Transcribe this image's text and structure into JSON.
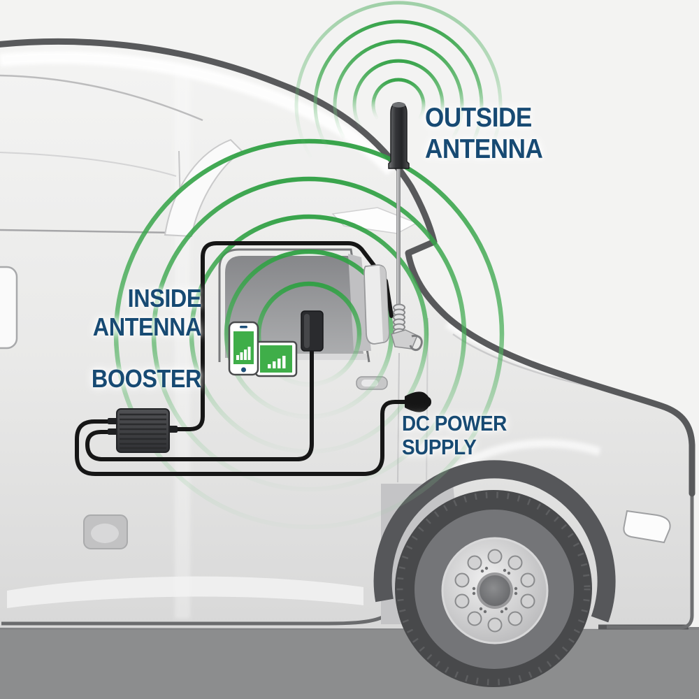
{
  "diagram": {
    "subject": "truck-cell-signal-booster-installation",
    "labels": {
      "outside_antenna": "OUTSIDE\nANTENNA",
      "inside_antenna": "INSIDE\nANTENNA",
      "booster": "BOOSTER",
      "dc_power_supply": "DC POWER\nSUPPLY"
    },
    "components": [
      {
        "id": "outside-antenna",
        "label": "OUTSIDE ANTENNA"
      },
      {
        "id": "inside-antenna",
        "label": "INSIDE ANTENNA"
      },
      {
        "id": "booster",
        "label": "BOOSTER"
      },
      {
        "id": "dc-power-supply",
        "label": "DC POWER SUPPLY"
      }
    ],
    "colors": {
      "label_text": "#174a73",
      "signal_green": "#3aa84a",
      "device_screen_green": "#3fae49",
      "truck_outline": "#58595b",
      "cable_black": "#161616",
      "background": "#f3f3f2",
      "ground": "#8c8d8e"
    }
  }
}
